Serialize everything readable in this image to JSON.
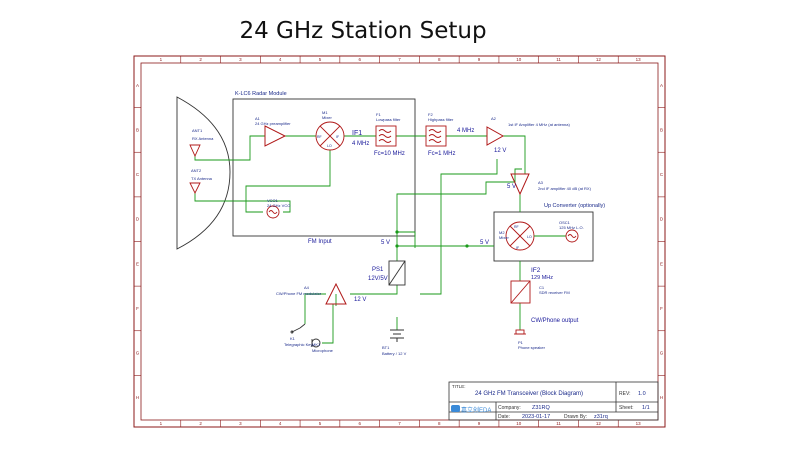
{
  "slide_title": "24 GHz Station Setup",
  "colors": {
    "frame": "#8b1a1a",
    "wire": "#1a9a1a",
    "component": "#b01818",
    "label": "#1a2a8a",
    "net": "#1a1a9a",
    "outline": "#333333"
  },
  "frame": {
    "col_numbers": [
      "1",
      "2",
      "3",
      "4",
      "5",
      "6",
      "7",
      "8",
      "9",
      "10",
      "11",
      "12",
      "13"
    ],
    "row_letters": [
      "A",
      "B",
      "C",
      "D",
      "E",
      "F",
      "G",
      "H"
    ]
  },
  "module": {
    "title": "K-LC6 Radar Module"
  },
  "components": {
    "ant1": {
      "ref": "ANT1",
      "name": "RX Antenna"
    },
    "ant2": {
      "ref": "ANT2",
      "name": "TX Antenna"
    },
    "a1": {
      "ref": "A1",
      "name": "24 GHz preamplifier"
    },
    "m1": {
      "ref": "M1",
      "name": "Mixer",
      "port_rf": "RF",
      "port_lo": "LO",
      "port_if": "IF"
    },
    "f1": {
      "ref": "F1",
      "name": "Lowpass filter",
      "value": "Fc=10 MHz"
    },
    "f2": {
      "ref": "F2",
      "name": "Highpass filter",
      "value": "Fc=1 MHz"
    },
    "a2": {
      "ref": "A2",
      "name": "1st IF Amplifier 4 MHz (at antenna)"
    },
    "a3": {
      "ref": "A3",
      "name": "2nd IF amplifier 40 dB (at RX)"
    },
    "vco1": {
      "ref": "VCO1",
      "name": "24 GHz VCO"
    },
    "m2": {
      "ref": "M2",
      "name": "Mixer",
      "port_rf": "RF",
      "port_lo": "LO",
      "port_if": "IF"
    },
    "osc1": {
      "ref": "OSC1",
      "name": "125 MHz L.O."
    },
    "c1": {
      "ref": "C1",
      "name": "SDR receiver FM"
    },
    "ps1": {
      "ref": "PS1",
      "name": "12V/5V"
    },
    "a4": {
      "ref": "A4",
      "name": "CW/Phone FM modulator"
    },
    "k1": {
      "ref": "K1",
      "name": "Telegraphic Key"
    },
    "mk1": {
      "ref": "MK1",
      "name": "Microphone"
    },
    "bt1": {
      "ref": "BT1",
      "name": "Battery / 12 V"
    },
    "p1": {
      "ref": "P1",
      "name": "Phone speaker"
    }
  },
  "nets": {
    "if1": "IF1",
    "if1_freq": "4 MHz",
    "if_4mhz": "4 MHz",
    "v12_a2": "12 V",
    "v5_a3": "5 V",
    "v5_module": "5 V",
    "v5_upconv": "5 V",
    "v12_ps": "12 V",
    "fm_input": "FM Input",
    "upconv_label": "Up Converter (optionally)",
    "if2": "IF2",
    "if2_freq": "129 MHz",
    "output": "CW/Phone output"
  },
  "title_block": {
    "title_label": "TITLE:",
    "title_value": "24 GHz FM Transceiver (Block Diagram)",
    "rev_label": "REV:",
    "rev_value": "1.0",
    "company_label": "Company:",
    "company_value": "Z31RQ",
    "sheet_label": "Sheet:",
    "sheet_value": "1/1",
    "date_label": "Date:",
    "date_value": "2023-01-17",
    "drawn_label": "Drawn By:",
    "drawn_value": "z31rq",
    "logo_text": "嘉立创EDA"
  }
}
